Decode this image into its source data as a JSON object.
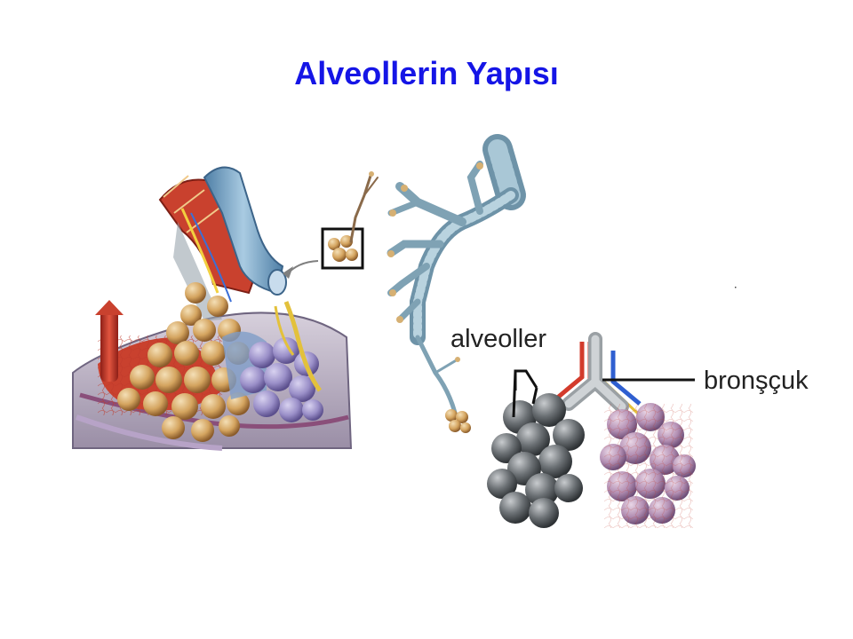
{
  "slide": {
    "title": "Alveollerin Yapısı",
    "title_color": "#1515e6"
  },
  "labels": {
    "alveoli": "alveoller",
    "bronchiole": "bronşçuk"
  },
  "colors": {
    "background": "#ffffff",
    "tissue_red": "#c9412e",
    "alveoli_tan": "#d9b27a",
    "vessel_blue": "#7aa7c9",
    "alveoli_purple": "#9a8fc8",
    "grey_alveoli": "#555a5e",
    "pink_alveoli": "#b7a0b8"
  }
}
